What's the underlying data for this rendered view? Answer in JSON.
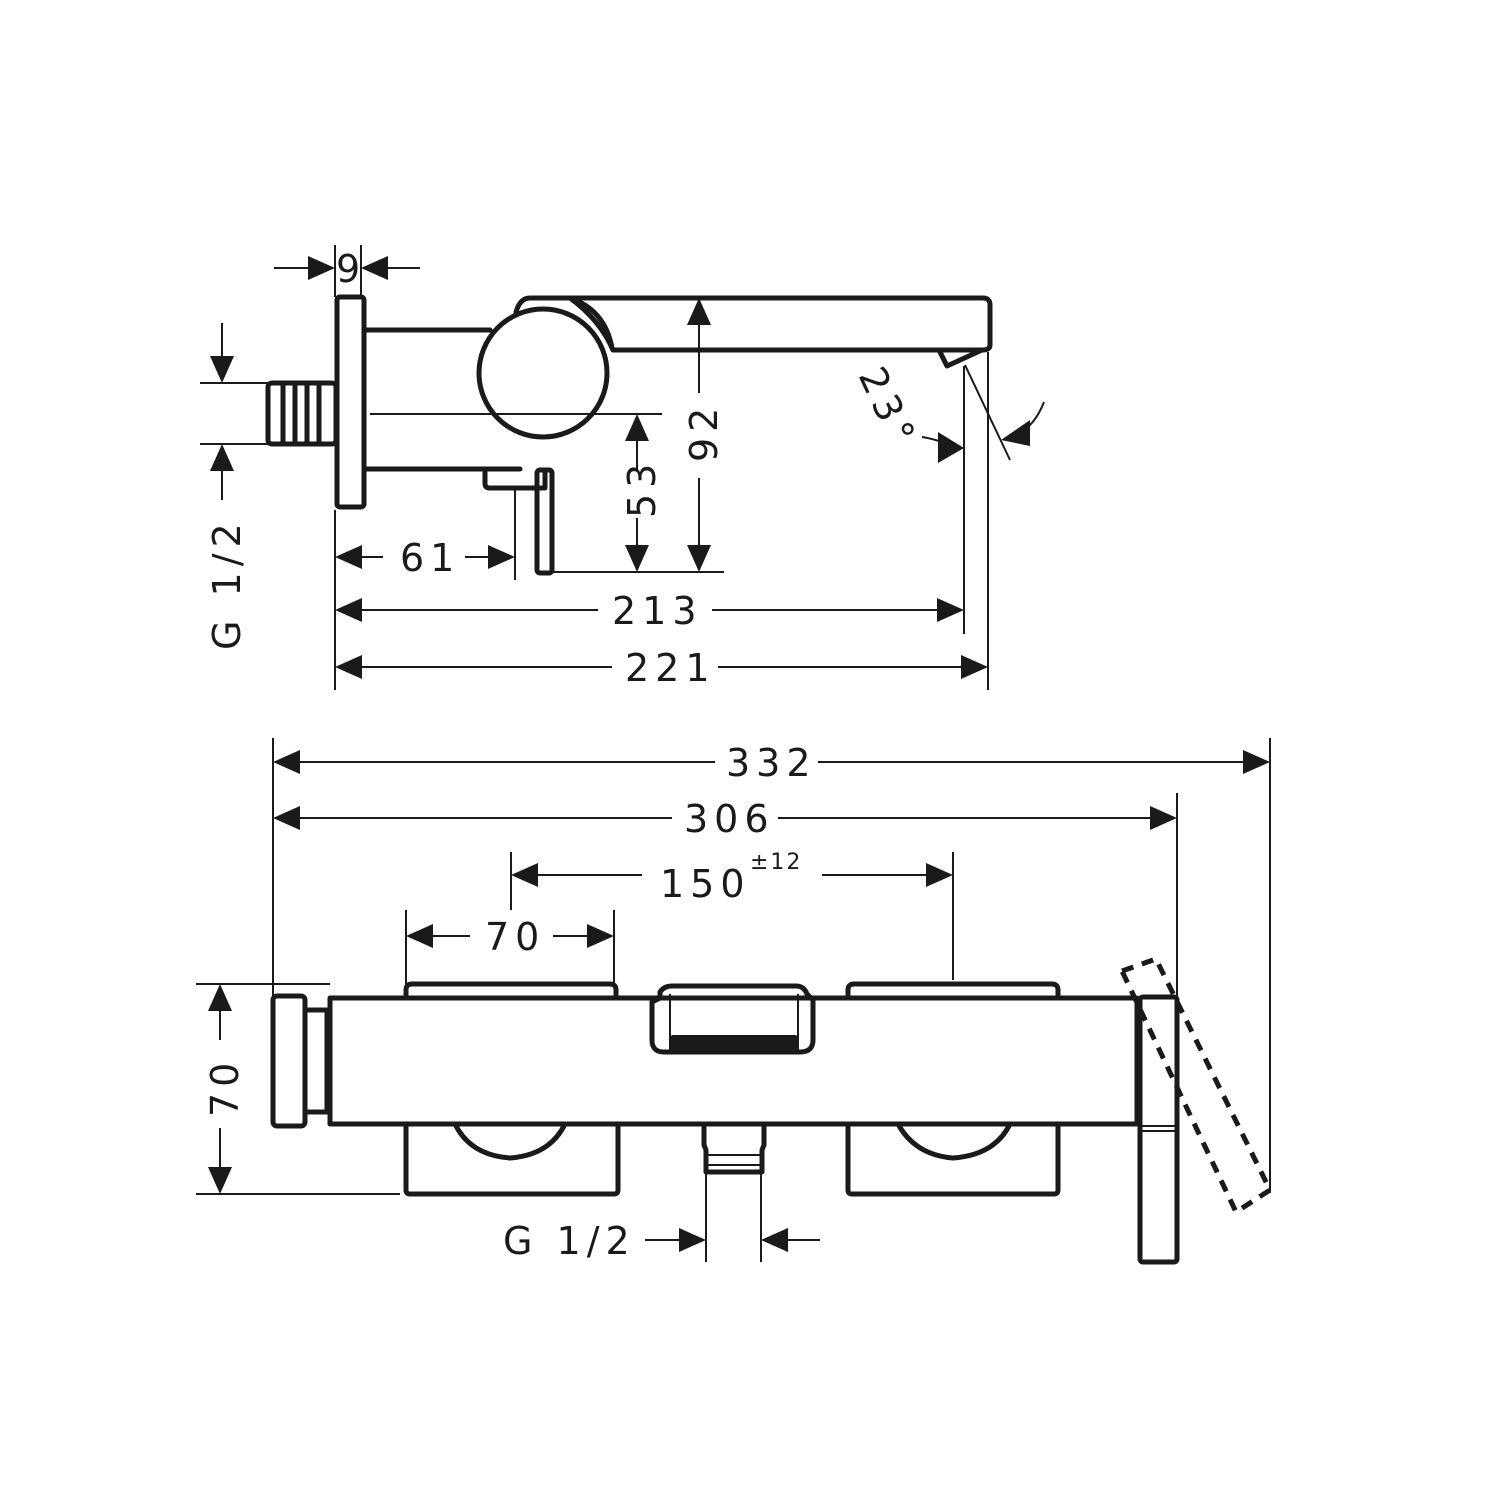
{
  "drawing": {
    "side_view": {
      "dim_flange_thickness": "9",
      "dim_thread": "G 1/2",
      "dim_inlet_to_spout_axis_depth": "61",
      "dim_spout_outlet_height": "53",
      "dim_spout_top_height": "92",
      "dim_angle": "23°",
      "dim_projection_outlet": "213",
      "dim_projection_total": "221"
    },
    "front_view": {
      "dim_total_width": "332",
      "dim_body_width": "306",
      "dim_inlet_centres": "150",
      "dim_inlet_centres_tolerance": "±12",
      "dim_handle_width": "70",
      "dim_height": "70",
      "dim_outlet_thread": "G 1/2"
    }
  }
}
